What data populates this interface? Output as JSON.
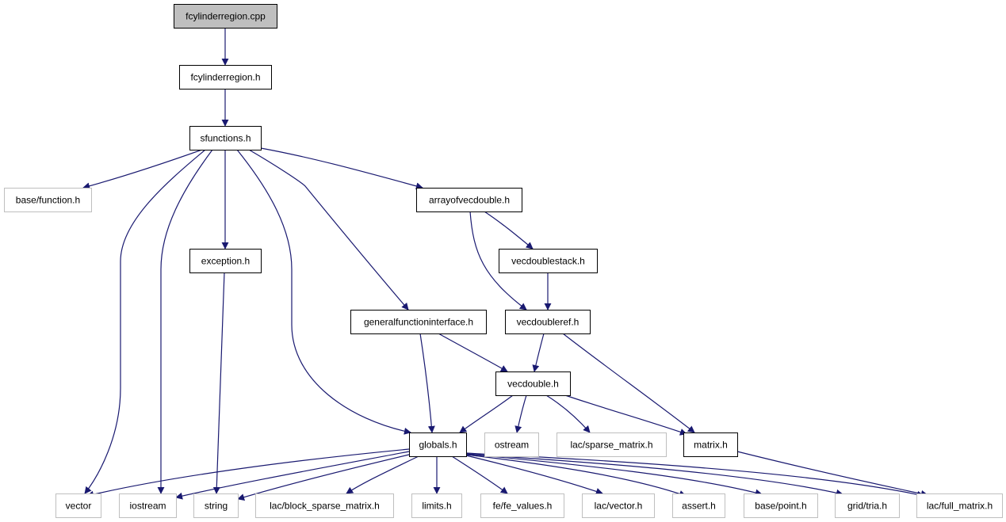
{
  "title": "",
  "colors": {
    "edge": "#191970",
    "internal_border": "#000000",
    "external_border": "#bfbfbf",
    "root_fill": "#bfbfbf"
  },
  "nodes": [
    {
      "id": "fcylinderregion_cpp",
      "label": "fcylinderregion.cpp",
      "kind": "root"
    },
    {
      "id": "fcylinderregion_h",
      "label": "fcylinderregion.h",
      "kind": "internal"
    },
    {
      "id": "sfunctions_h",
      "label": "sfunctions.h",
      "kind": "internal"
    },
    {
      "id": "base_function_h",
      "label": "base/function.h",
      "kind": "external"
    },
    {
      "id": "arrayofvecdouble_h",
      "label": "arrayofvecdouble.h",
      "kind": "internal"
    },
    {
      "id": "exception_h",
      "label": "exception.h",
      "kind": "internal"
    },
    {
      "id": "vecdoublestack_h",
      "label": "vecdoublestack.h",
      "kind": "internal"
    },
    {
      "id": "generalfunctioninterface_h",
      "label": "generalfunctioninterface.h",
      "kind": "internal"
    },
    {
      "id": "vecdoubleref_h",
      "label": "vecdoubleref.h",
      "kind": "internal"
    },
    {
      "id": "vecdouble_h",
      "label": "vecdouble.h",
      "kind": "internal"
    },
    {
      "id": "globals_h",
      "label": "globals.h",
      "kind": "internal"
    },
    {
      "id": "ostream",
      "label": "ostream",
      "kind": "external"
    },
    {
      "id": "lac_sparse_matrix_h",
      "label": "lac/sparse_matrix.h",
      "kind": "external"
    },
    {
      "id": "matrix_h",
      "label": "matrix.h",
      "kind": "internal"
    },
    {
      "id": "vector",
      "label": "vector",
      "kind": "external"
    },
    {
      "id": "iostream",
      "label": "iostream",
      "kind": "external"
    },
    {
      "id": "string",
      "label": "string",
      "kind": "external"
    },
    {
      "id": "lac_block_sparse_matrix_h",
      "label": "lac/block_sparse_matrix.h",
      "kind": "external"
    },
    {
      "id": "limits_h",
      "label": "limits.h",
      "kind": "external"
    },
    {
      "id": "fe_fe_values_h",
      "label": "fe/fe_values.h",
      "kind": "external"
    },
    {
      "id": "lac_vector_h",
      "label": "lac/vector.h",
      "kind": "external"
    },
    {
      "id": "assert_h",
      "label": "assert.h",
      "kind": "external"
    },
    {
      "id": "base_point_h",
      "label": "base/point.h",
      "kind": "external"
    },
    {
      "id": "grid_tria_h",
      "label": "grid/tria.h",
      "kind": "external"
    },
    {
      "id": "lac_full_matrix_h",
      "label": "lac/full_matrix.h",
      "kind": "external"
    }
  ],
  "edges": [
    [
      "fcylinderregion_cpp",
      "fcylinderregion_h"
    ],
    [
      "fcylinderregion_h",
      "sfunctions_h"
    ],
    [
      "sfunctions_h",
      "base_function_h"
    ],
    [
      "sfunctions_h",
      "vector"
    ],
    [
      "sfunctions_h",
      "iostream"
    ],
    [
      "sfunctions_h",
      "exception_h"
    ],
    [
      "sfunctions_h",
      "globals_h"
    ],
    [
      "sfunctions_h",
      "generalfunctioninterface_h"
    ],
    [
      "sfunctions_h",
      "arrayofvecdouble_h"
    ],
    [
      "arrayofvecdouble_h",
      "vecdoublestack_h"
    ],
    [
      "arrayofvecdouble_h",
      "vecdoubleref_h"
    ],
    [
      "vecdoublestack_h",
      "vecdoubleref_h"
    ],
    [
      "exception_h",
      "string"
    ],
    [
      "generalfunctioninterface_h",
      "globals_h"
    ],
    [
      "generalfunctioninterface_h",
      "vecdouble_h"
    ],
    [
      "vecdoubleref_h",
      "vecdouble_h"
    ],
    [
      "vecdoubleref_h",
      "matrix_h"
    ],
    [
      "vecdouble_h",
      "globals_h"
    ],
    [
      "vecdouble_h",
      "ostream"
    ],
    [
      "vecdouble_h",
      "lac_sparse_matrix_h"
    ],
    [
      "vecdouble_h",
      "matrix_h"
    ],
    [
      "matrix_h",
      "lac_full_matrix_h"
    ],
    [
      "globals_h",
      "vector"
    ],
    [
      "globals_h",
      "iostream"
    ],
    [
      "globals_h",
      "string"
    ],
    [
      "globals_h",
      "lac_block_sparse_matrix_h"
    ],
    [
      "globals_h",
      "limits_h"
    ],
    [
      "globals_h",
      "fe_fe_values_h"
    ],
    [
      "globals_h",
      "lac_vector_h"
    ],
    [
      "globals_h",
      "assert_h"
    ],
    [
      "globals_h",
      "base_point_h"
    ],
    [
      "globals_h",
      "grid_tria_h"
    ],
    [
      "globals_h",
      "lac_full_matrix_h"
    ]
  ]
}
